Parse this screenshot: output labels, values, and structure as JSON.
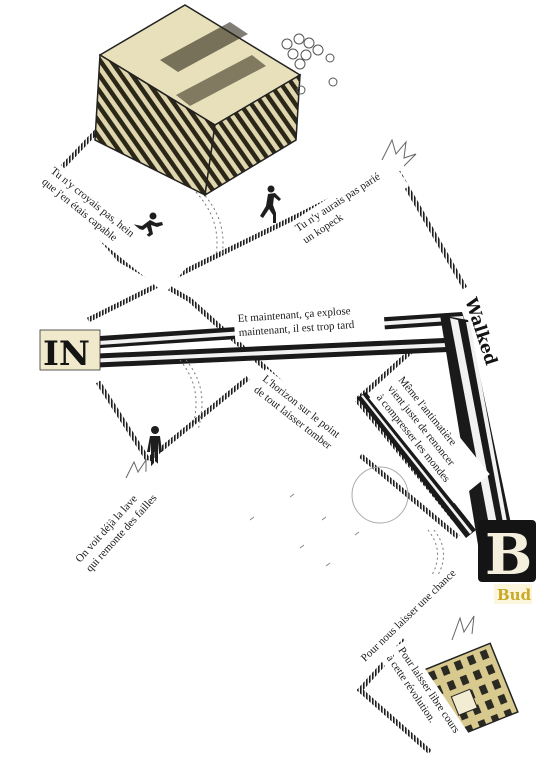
{
  "labels": {
    "in": "IN",
    "walked": "Walked",
    "b": "B",
    "bud": "Bud"
  },
  "captions": {
    "croyais_1": "Tu n'y croyais pas, hein",
    "croyais_2": "que j'en étais capable",
    "kopeck_1": "Tu n'y aurais pas parié",
    "kopeck_2": "un kopeck",
    "explose_1": "Et maintenant, ça explose",
    "explose_2": "maintenant, il est trop tard",
    "horizon_1": "L'horizon sur le point",
    "horizon_2": "de tout laisser tomber",
    "antimatiere_1": "Même l'antimatière",
    "antimatiere_2": "vient juste de renoncer",
    "antimatiere_3": "à compresser les mondes",
    "lave_1": "On voit déjà la lave",
    "lave_2": "qui remonte des failles",
    "chance_1": "Pour nous laisser une chance",
    "cours_1": "Pour laisser libre cours",
    "cours_2": "à cette révolution."
  },
  "colors": {
    "ink": "#141414",
    "paper": "#ffffff",
    "sepia": "#d8cfa6",
    "bud_yellow": "#c9a92a"
  },
  "icons": [
    "radiator-image",
    "building-image",
    "running-man-icon",
    "walking-man-icon",
    "standing-man-icon",
    "spark-icon",
    "bubbles-icon"
  ]
}
